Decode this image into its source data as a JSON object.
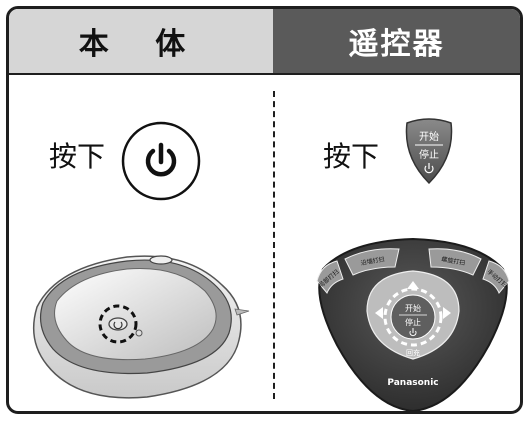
{
  "headers": {
    "main_unit": "本 体",
    "remote": "遥控器"
  },
  "main_unit": {
    "instruction": "按下",
    "button_icon": "power-icon"
  },
  "remote": {
    "instruction": "按下",
    "button": {
      "line1": "开始",
      "line2": "停止",
      "icon": "power-icon"
    },
    "keys": {
      "top_left_outer": "局部打扫",
      "top_left_inner": "沿墙打扫",
      "top_right_inner": "螺旋打扫",
      "top_right_outer": "手动打扫",
      "center_line1": "开始",
      "center_line2": "停止",
      "return": "回充",
      "brand": "Panasonic"
    }
  }
}
